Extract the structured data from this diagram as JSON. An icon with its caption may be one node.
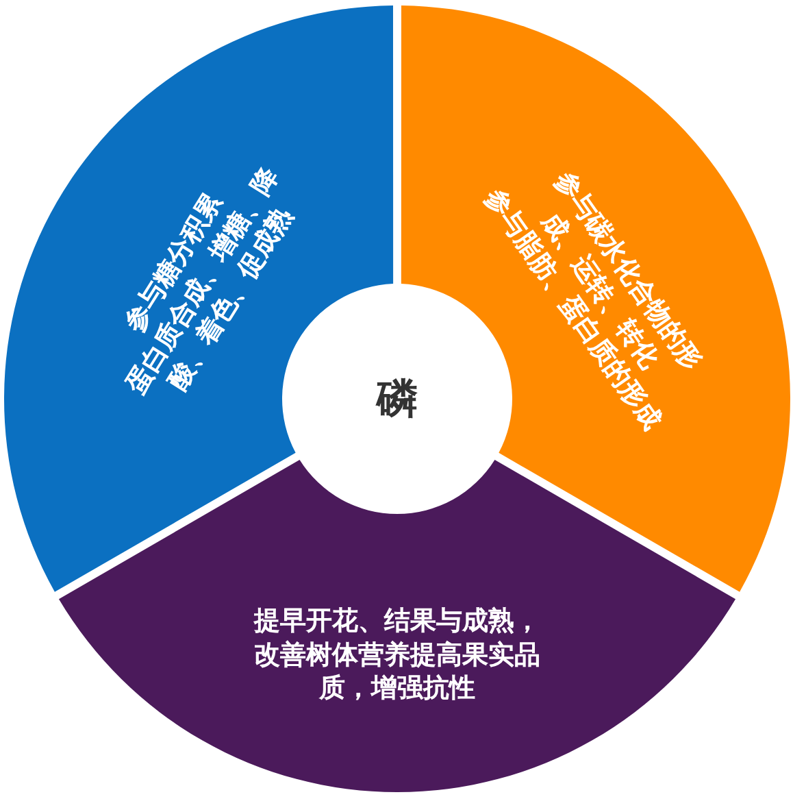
{
  "diagram": {
    "nodes": [
      {
        "text": [
          "参与糖分积累",
          "蛋白质合成、增糖、降酸、着色、促成熟"
        ]
      },
      {
        "text": [
          "参与碳水化合物的形成、运转、转化",
          "参与脂肪、蛋白质的形成"
        ]
      },
      {
        "text": [
          "磷"
        ]
      },
      {
        "text": [
          "提早开花、结果与成熟，改善树体营养提高果实品质，增强抗性"
        ]
      }
    ]
  }
}
